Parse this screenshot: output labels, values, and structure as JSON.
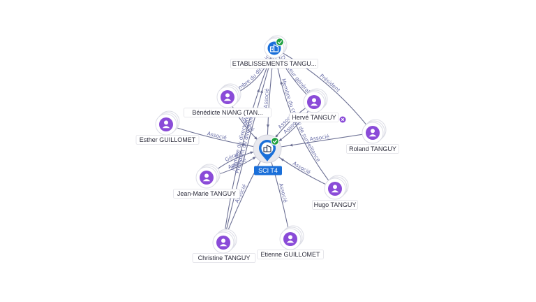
{
  "colors": {
    "person": "#8a4bd8",
    "company": "#1a6fd9",
    "verified": "#1fa040",
    "edge": "#6b6f93",
    "edge_label": "#6a6fa8",
    "removed": "#8a4bd8"
  },
  "center": {
    "id": "sci",
    "label": "SCI T4",
    "icon": "company-building-icon",
    "verified": true
  },
  "company": {
    "id": "etab",
    "label": "ETABLISSEMENTS TANGU...",
    "icon": "company-building-icon",
    "verified": true
  },
  "people": [
    {
      "id": "benedicte",
      "label": "Bénédicte NIANG (TAN...",
      "icon": "person-icon"
    },
    {
      "id": "herve",
      "label": "Hervé TANGUY",
      "icon": "person-icon"
    },
    {
      "id": "esther",
      "label": "Esther GUILLOMET",
      "icon": "person-icon"
    },
    {
      "id": "roland",
      "label": "Roland TANGUY",
      "icon": "person-icon",
      "removed_badge": true
    },
    {
      "id": "jeanmarie",
      "label": "Jean-Marie TANGUY",
      "icon": "person-icon"
    },
    {
      "id": "hugo",
      "label": "Hugo TANGUY",
      "icon": "person-icon"
    },
    {
      "id": "christine",
      "label": "Christine TANGUY",
      "icon": "person-icon"
    },
    {
      "id": "etienne",
      "label": "Etienne GUILLOMET",
      "icon": "person-icon"
    }
  ],
  "edges": [
    {
      "from": "esther",
      "to": "sci",
      "label": "Associé"
    },
    {
      "from": "benedicte",
      "to": "sci",
      "label": "Associé"
    },
    {
      "from": "jeanmarie",
      "to": "sci",
      "label": "Gérant"
    },
    {
      "from": "jeanmarie",
      "to": "sci",
      "label": "Associé"
    },
    {
      "from": "christine",
      "to": "sci",
      "label": "Associé"
    },
    {
      "from": "etienne",
      "to": "sci",
      "label": "Associé"
    },
    {
      "from": "hugo",
      "to": "sci",
      "label": "Associé"
    },
    {
      "from": "herve",
      "to": "sci",
      "label": "Associé"
    },
    {
      "from": "roland",
      "to": "sci",
      "label": "Associé"
    },
    {
      "from": "herve",
      "to": "sci",
      "label": "Associé"
    },
    {
      "from": "etab",
      "to": "sci",
      "label": "Associé"
    },
    {
      "from": "benedicte",
      "to": "etab",
      "label": "Membre du directoire"
    },
    {
      "from": "christine",
      "to": "etab",
      "label": "Membre du directoire"
    },
    {
      "from": "christine",
      "to": "etab",
      "label": "Président du directoire"
    },
    {
      "from": "herve",
      "to": "etab",
      "label": "Directeur général"
    },
    {
      "from": "roland",
      "to": "etab",
      "label": "Président"
    },
    {
      "from": "hugo",
      "to": "etab",
      "label": "Membre du conseil de surveillance"
    }
  ]
}
